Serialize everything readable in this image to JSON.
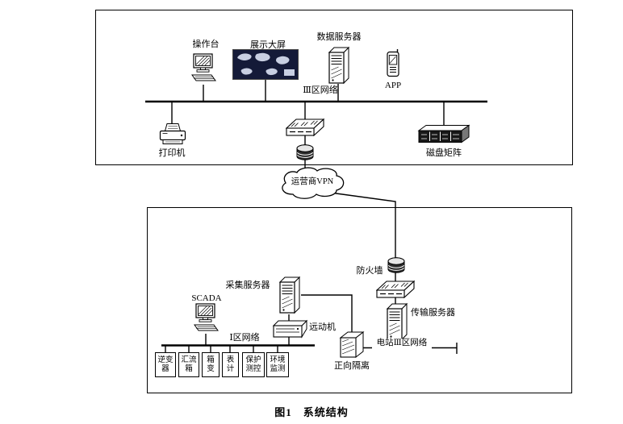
{
  "caption": "图1　系统结构",
  "upper": {
    "network_label": "Ⅲ区网络",
    "console_label": "操作台",
    "display_label": "展示大屏",
    "data_server_label": "数据服务器",
    "app_label": "APP",
    "printer_label": "打印机",
    "disk_array_label": "磁盘矩阵"
  },
  "vpn_label": "运营商VPN",
  "lower": {
    "firewall_label": "防火墙",
    "transfer_server_label": "传输服务器",
    "collect_server_label": "采集服务器",
    "rtu_label": "远动机",
    "scada_label": "SCADA",
    "network_label": "Ⅰ区网络",
    "isolation_label": "正向隔离",
    "station_network_label": "电站Ⅲ区网络",
    "devices": [
      "逆变器",
      "汇流箱",
      "箱变",
      "表计",
      "保护测控",
      "环境监测"
    ]
  }
}
